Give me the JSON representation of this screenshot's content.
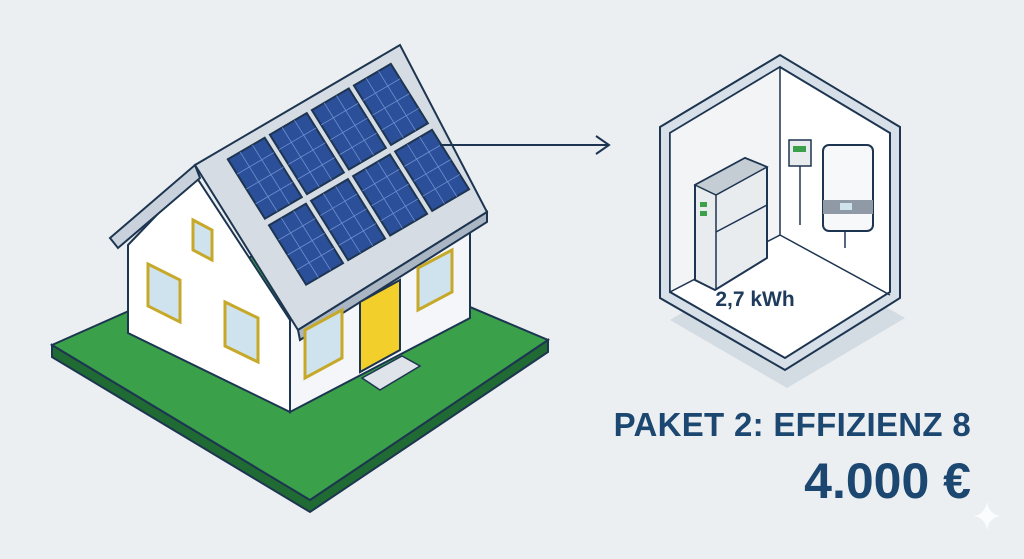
{
  "storage": {
    "capacity_label": "2,7 kWh"
  },
  "package": {
    "title": "PAKET 2: EFFIZIENZ 8",
    "price": "4.000 €"
  },
  "colors": {
    "background": "#eceff2",
    "text": "#1c4770",
    "grass": "#3aa14a",
    "door": "#f3cf2c",
    "panel": "#2c4f9a"
  }
}
